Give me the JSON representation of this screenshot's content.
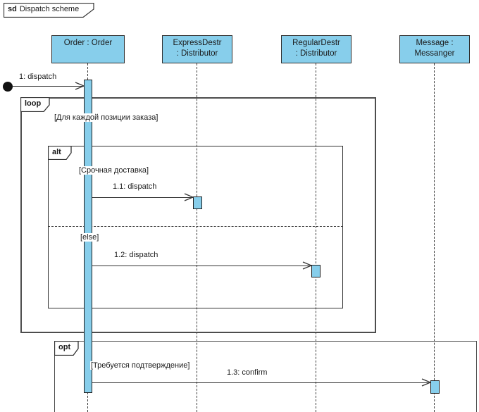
{
  "diagram": {
    "frame_keyword": "sd",
    "frame_name": "Dispatch scheme"
  },
  "lifelines": [
    {
      "id": "order",
      "line1": "Order : Order",
      "line2": ""
    },
    {
      "id": "express",
      "line1": "ExpressDestr",
      "line2": ": Distributor"
    },
    {
      "id": "regular",
      "line1": "RegularDestr",
      "line2": ": Distributor"
    },
    {
      "id": "message",
      "line1": "Message :",
      "line2": "Messanger"
    }
  ],
  "fragments": {
    "loop": {
      "operator": "loop",
      "guard": "[Для каждой позиции заказа]"
    },
    "alt": {
      "operator": "alt",
      "guard_then": "[Срочная доставка]",
      "guard_else": "[else]"
    },
    "opt": {
      "operator": "opt",
      "guard": "[Требуется подтверждение]"
    }
  },
  "messages": {
    "m1": {
      "label": "1: dispatch",
      "from": "found",
      "to": "Order : Order"
    },
    "m1_1": {
      "label": "1.1: dispatch",
      "from": "Order : Order",
      "to": "ExpressDestr : Distributor"
    },
    "m1_2": {
      "label": "1.2: dispatch",
      "from": "Order : Order",
      "to": "RegularDestr : Distributor"
    },
    "m1_3": {
      "label": "1.3: confirm",
      "from": "Order : Order",
      "to": "Message : Messanger"
    }
  },
  "colors": {
    "element_fill": "#87CEEB",
    "element_border": "#2e2e2e",
    "frame_border": "#4d4d4d",
    "line": "#333333",
    "background": "#ffffff"
  }
}
